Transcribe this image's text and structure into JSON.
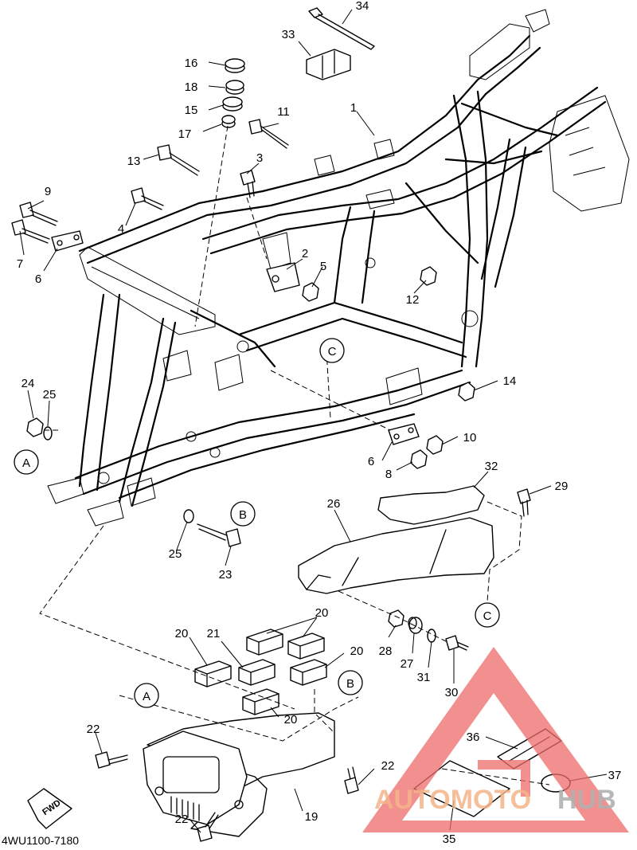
{
  "diagram": {
    "part_code": "4WU1100-7180",
    "fwd_label": "FWD",
    "callouts": [
      {
        "id": "c34",
        "label": "34"
      },
      {
        "id": "c33",
        "label": "33"
      },
      {
        "id": "c16",
        "label": "16"
      },
      {
        "id": "c18",
        "label": "18"
      },
      {
        "id": "c15",
        "label": "15"
      },
      {
        "id": "c17",
        "label": "17"
      },
      {
        "id": "c11",
        "label": "11"
      },
      {
        "id": "c1",
        "label": "1"
      },
      {
        "id": "c13",
        "label": "13"
      },
      {
        "id": "c3",
        "label": "3"
      },
      {
        "id": "c9",
        "label": "9"
      },
      {
        "id": "c4",
        "label": "4"
      },
      {
        "id": "c7",
        "label": "7"
      },
      {
        "id": "c6a",
        "label": "6"
      },
      {
        "id": "c2",
        "label": "2"
      },
      {
        "id": "c5",
        "label": "5"
      },
      {
        "id": "c12",
        "label": "12"
      },
      {
        "id": "c14",
        "label": "14"
      },
      {
        "id": "c24",
        "label": "24"
      },
      {
        "id": "c25a",
        "label": "25"
      },
      {
        "id": "c10",
        "label": "10"
      },
      {
        "id": "c6b",
        "label": "6"
      },
      {
        "id": "c8",
        "label": "8"
      },
      {
        "id": "c32",
        "label": "32"
      },
      {
        "id": "c29",
        "label": "29"
      },
      {
        "id": "c26",
        "label": "26"
      },
      {
        "id": "c25b",
        "label": "25"
      },
      {
        "id": "c23",
        "label": "23"
      },
      {
        "id": "c20a",
        "label": "20"
      },
      {
        "id": "c21",
        "label": "21"
      },
      {
        "id": "c20b",
        "label": "20"
      },
      {
        "id": "c20c",
        "label": "20"
      },
      {
        "id": "c20d",
        "label": "20"
      },
      {
        "id": "c28",
        "label": "28"
      },
      {
        "id": "c27",
        "label": "27"
      },
      {
        "id": "c31",
        "label": "31"
      },
      {
        "id": "c30",
        "label": "30"
      },
      {
        "id": "c22a",
        "label": "22"
      },
      {
        "id": "c22b",
        "label": "22"
      },
      {
        "id": "c22c",
        "label": "22"
      },
      {
        "id": "c19",
        "label": "19"
      },
      {
        "id": "c36",
        "label": "36"
      },
      {
        "id": "c37",
        "label": "37"
      },
      {
        "id": "c35",
        "label": "35"
      }
    ],
    "refs": [
      {
        "id": "rA1",
        "label": "A"
      },
      {
        "id": "rB1",
        "label": "B"
      },
      {
        "id": "rC1",
        "label": "C"
      },
      {
        "id": "rC2",
        "label": "C"
      },
      {
        "id": "rA2",
        "label": "A"
      },
      {
        "id": "rB2",
        "label": "B"
      }
    ]
  },
  "watermark": {
    "text_a": "AUTOMOTO",
    "text_b": "HUB",
    "color_a": "#f5b48a",
    "color_b": "#b0b0b0",
    "triangle_color": "#ee6a6a"
  }
}
